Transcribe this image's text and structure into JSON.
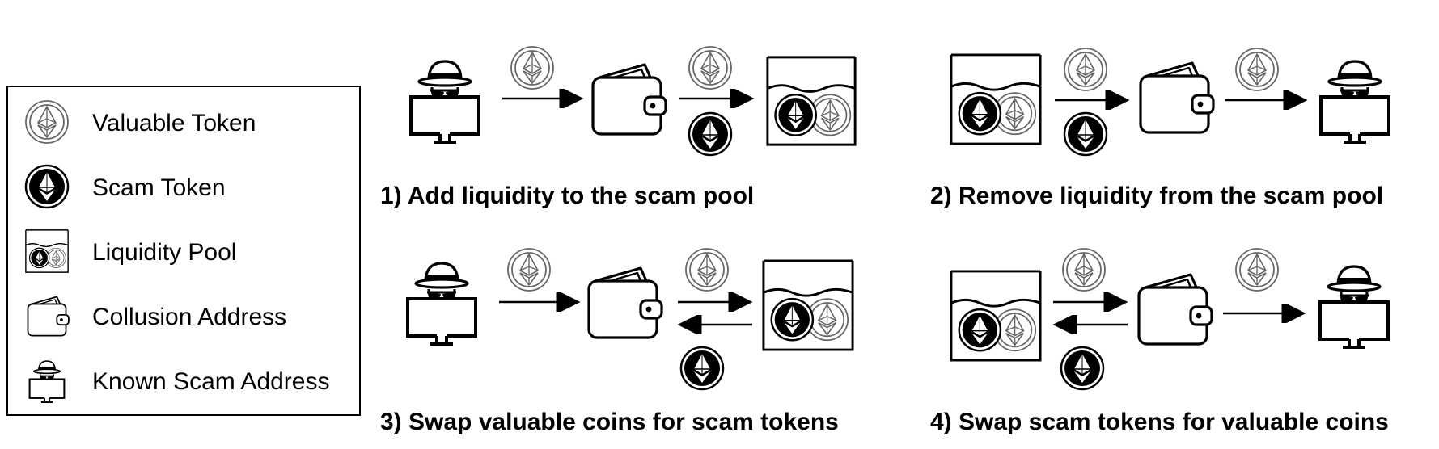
{
  "legend": {
    "items": [
      {
        "icon": "valuable-token-icon",
        "label": "Valuable Token"
      },
      {
        "icon": "scam-token-icon",
        "label": "Scam Token"
      },
      {
        "icon": "liquidity-pool-icon",
        "label": "Liquidity Pool"
      },
      {
        "icon": "collusion-address-icon",
        "label": "Collusion Address"
      },
      {
        "icon": "scam-address-icon",
        "label": "Known Scam Address"
      }
    ]
  },
  "scenarios": [
    {
      "caption": "1) Add liquidity to the scam pool"
    },
    {
      "caption": "2) Remove liquidity from the scam pool"
    },
    {
      "caption": "3) Swap valuable coins for scam tokens"
    },
    {
      "caption": "4) Swap scam tokens for valuable coins"
    }
  ]
}
